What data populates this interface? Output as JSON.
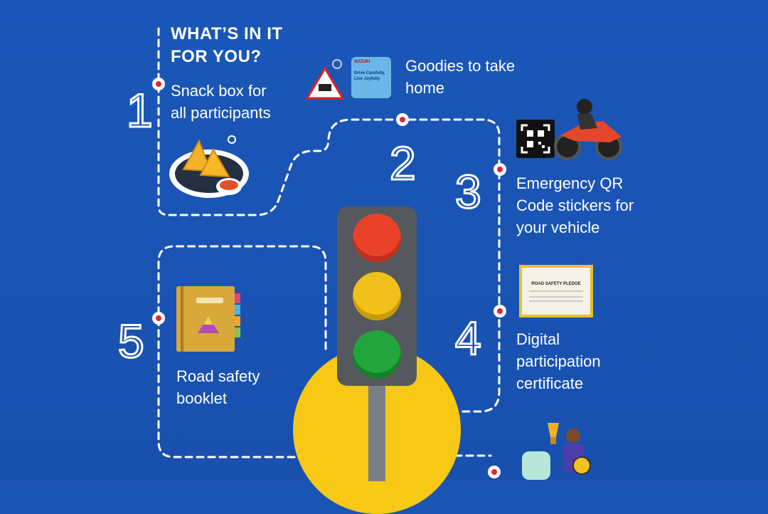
{
  "heading": "WHAT’S IN IT FOR YOU?",
  "items": [
    {
      "number": "1",
      "text": "Snack box for all participants"
    },
    {
      "number": "2",
      "text": "Goodies to take home"
    },
    {
      "number": "3",
      "text": "Emergency QR Code stickers for your vehicle"
    },
    {
      "number": "4",
      "text": "Digital participation certificate"
    },
    {
      "number": "5",
      "text": "Road safety booklet"
    }
  ],
  "tag_text": "Drive Carefully, Live Joyfully",
  "certificate_title": "ROAD SAFETY PLEDGE",
  "colors": {
    "background": "#1a54b4",
    "dot": "#e0243a",
    "sun": "#f7c815",
    "light_red": "#e8432a",
    "light_yellow": "#f0c01c",
    "light_green": "#22a53a"
  }
}
